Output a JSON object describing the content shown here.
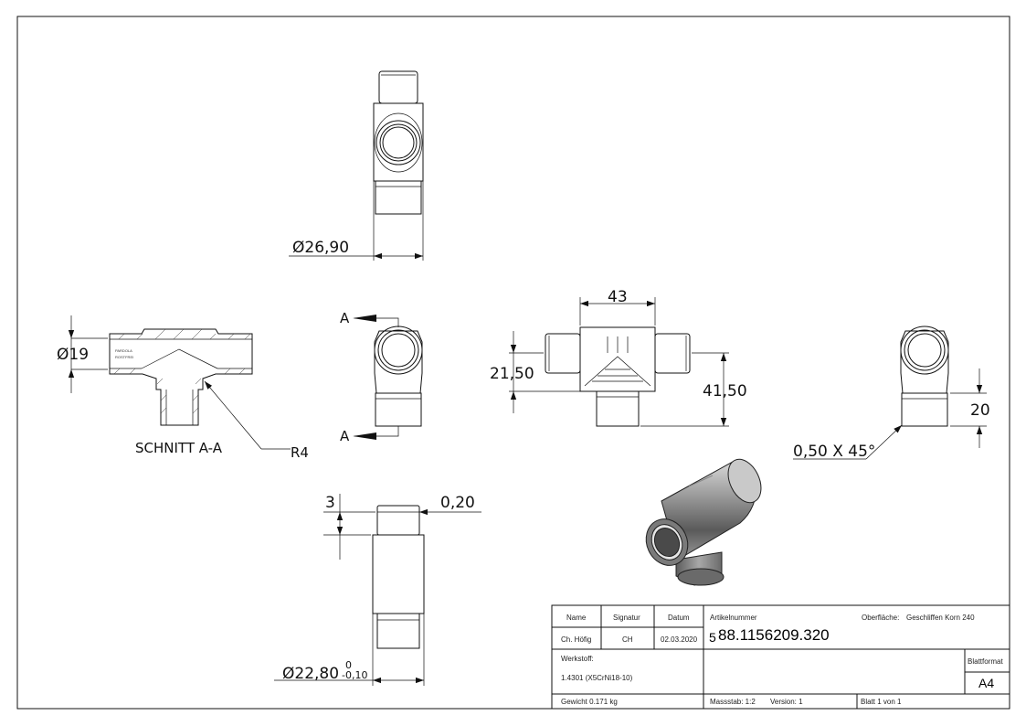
{
  "views": {
    "top": {
      "dia": "Ø26,90"
    },
    "section": {
      "dia": "Ø19",
      "caption": "SCHNITT A-A",
      "radius": "R4",
      "section_mark": "A",
      "engraving_1": "PARDOLA",
      "engraving_2": "ROSTFREI"
    },
    "front": {
      "len": "43",
      "h1": "21,50",
      "h2": "41,50"
    },
    "right": {
      "chamfer": "0,50 X 45°",
      "h": "20"
    },
    "bottom": {
      "groove_w": "3",
      "groove_d": "0,20",
      "dia": "Ø22,80",
      "tol_upper": "0",
      "tol_lower": "-0,10"
    }
  },
  "title_block": {
    "h_name": "Name",
    "h_sig": "Signatur",
    "h_date": "Datum",
    "name": "Ch. Höfig",
    "sig": "CH",
    "date": "02.03.2020",
    "h_article": "Artikelnummer",
    "article_prefix": "5",
    "article": "88.1156209.320",
    "h_surface": "Oberfläche:",
    "surface": "Geschliffen Korn 240",
    "h_material": "Werkstoff:",
    "material": "1.4301 (X5CrNi18-10)",
    "h_format": "Blattformat",
    "format": "A4",
    "weight": "Gewicht 0.171 kg",
    "scale": "Massstab: 1:2",
    "version": "Version: 1",
    "sheet": "Blatt 1 von 1"
  }
}
